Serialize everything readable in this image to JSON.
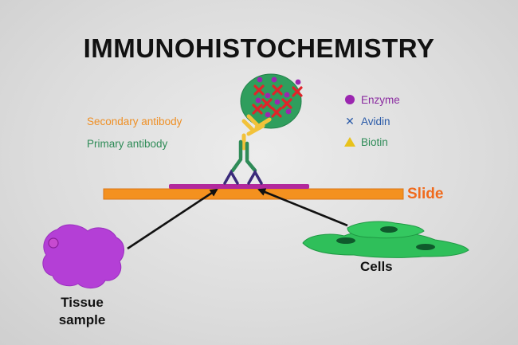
{
  "title": "IMMUNOHISTOCHEMISTRY",
  "labels": {
    "secondary_antibody": "Secondary antibody",
    "primary_antibody": "Primary antibody",
    "slide": "Slide",
    "cells": "Cells",
    "tissue_sample": "Tissue sample"
  },
  "legend": [
    {
      "label": "Enzyme",
      "symbol": "circle",
      "color": "#9b26b0"
    },
    {
      "label": "Avidin",
      "symbol": "x",
      "color": "#2a5aa8"
    },
    {
      "label": "Biotin",
      "symbol": "triangle",
      "color": "#e8c21a"
    }
  ],
  "colors": {
    "slide": "#f4911f",
    "tissue": "#b43fd6",
    "cells": "#2fbf5a",
    "complex": "#2f9e5d",
    "enzyme": "#9b26b0",
    "avidin": "#e0242a",
    "secondary_antibody": "#f2c23a",
    "primary_antibody": "#2e8b57",
    "antigen": "#3a2a7a",
    "arrow": "#111111"
  }
}
